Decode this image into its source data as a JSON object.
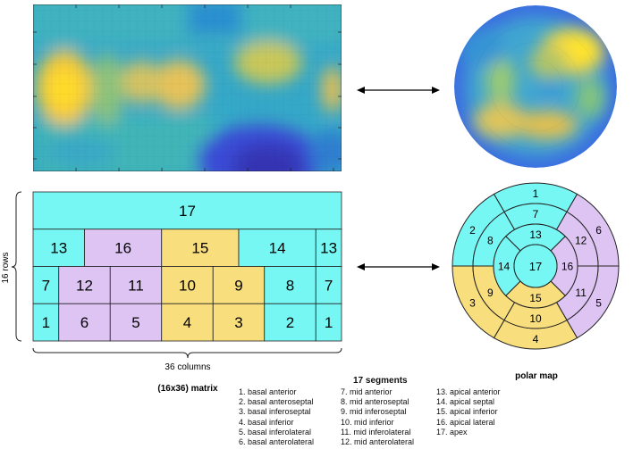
{
  "matrix": {
    "rows_label": "16 rows",
    "columns_label": "36 columns",
    "caption": "(16x36) matrix",
    "grid": [
      [
        {
          "num": "17",
          "span": 6,
          "color": "cyan"
        }
      ],
      [
        {
          "num": "13",
          "span": 1,
          "color": "cyan"
        },
        {
          "num": "16",
          "span": 1.5,
          "color": "violet"
        },
        {
          "num": "15",
          "span": 1.5,
          "color": "yellow"
        },
        {
          "num": "14",
          "span": 1.5,
          "color": "cyan"
        },
        {
          "num": "13",
          "span": 0.5,
          "color": "cyan"
        }
      ],
      [
        {
          "num": "7",
          "span": 0.5,
          "color": "cyan"
        },
        {
          "num": "12",
          "span": 1,
          "color": "violet"
        },
        {
          "num": "11",
          "span": 1,
          "color": "violet"
        },
        {
          "num": "10",
          "span": 1,
          "color": "yellow"
        },
        {
          "num": "9",
          "span": 1,
          "color": "yellow"
        },
        {
          "num": "8",
          "span": 1,
          "color": "cyan"
        },
        {
          "num": "7",
          "span": 0.5,
          "color": "cyan"
        }
      ],
      [
        {
          "num": "1",
          "span": 0.5,
          "color": "cyan"
        },
        {
          "num": "6",
          "span": 1,
          "color": "violet"
        },
        {
          "num": "5",
          "span": 1,
          "color": "violet"
        },
        {
          "num": "4",
          "span": 1,
          "color": "yellow"
        },
        {
          "num": "3",
          "span": 1,
          "color": "yellow"
        },
        {
          "num": "2",
          "span": 1,
          "color": "cyan"
        },
        {
          "num": "1",
          "span": 0.5,
          "color": "cyan"
        }
      ]
    ]
  },
  "polar": {
    "caption": "polar map",
    "basal": [
      {
        "num": "1",
        "color": "cyan"
      },
      {
        "num": "6",
        "color": "violet"
      },
      {
        "num": "5",
        "color": "violet"
      },
      {
        "num": "4",
        "color": "yellow"
      },
      {
        "num": "3",
        "color": "yellow"
      },
      {
        "num": "2",
        "color": "cyan"
      }
    ],
    "mid": [
      {
        "num": "7",
        "color": "cyan"
      },
      {
        "num": "12",
        "color": "violet"
      },
      {
        "num": "11",
        "color": "violet"
      },
      {
        "num": "10",
        "color": "yellow"
      },
      {
        "num": "9",
        "color": "yellow"
      },
      {
        "num": "8",
        "color": "cyan"
      }
    ],
    "apical": [
      {
        "num": "13",
        "color": "cyan"
      },
      {
        "num": "16",
        "color": "violet"
      },
      {
        "num": "15",
        "color": "yellow"
      },
      {
        "num": "14",
        "color": "cyan"
      }
    ],
    "apex": {
      "num": "17",
      "color": "cyan"
    }
  },
  "colors": {
    "cyan": "#77f7f3",
    "violet": "#dec4f2",
    "yellow": "#f8de7d"
  },
  "legend": {
    "title": "17 segments",
    "col1": [
      "1. basal anterior",
      "2. basal anteroseptal",
      "3. basal inferoseptal",
      "4. basal inferior",
      "5. basal inferolateral",
      "6. basal anterolateral"
    ],
    "col2": [
      "7.   mid anterior",
      "8.   mid anteroseptal",
      "9.   mid inferoseptal",
      "10. mid inferior",
      "11. mid inferolateral",
      "12. mid anterolateral"
    ],
    "col3": [
      "13. apical anterior",
      "14. apical septal",
      "15. apical inferior",
      "16. apical lateral",
      "17. apex"
    ]
  }
}
